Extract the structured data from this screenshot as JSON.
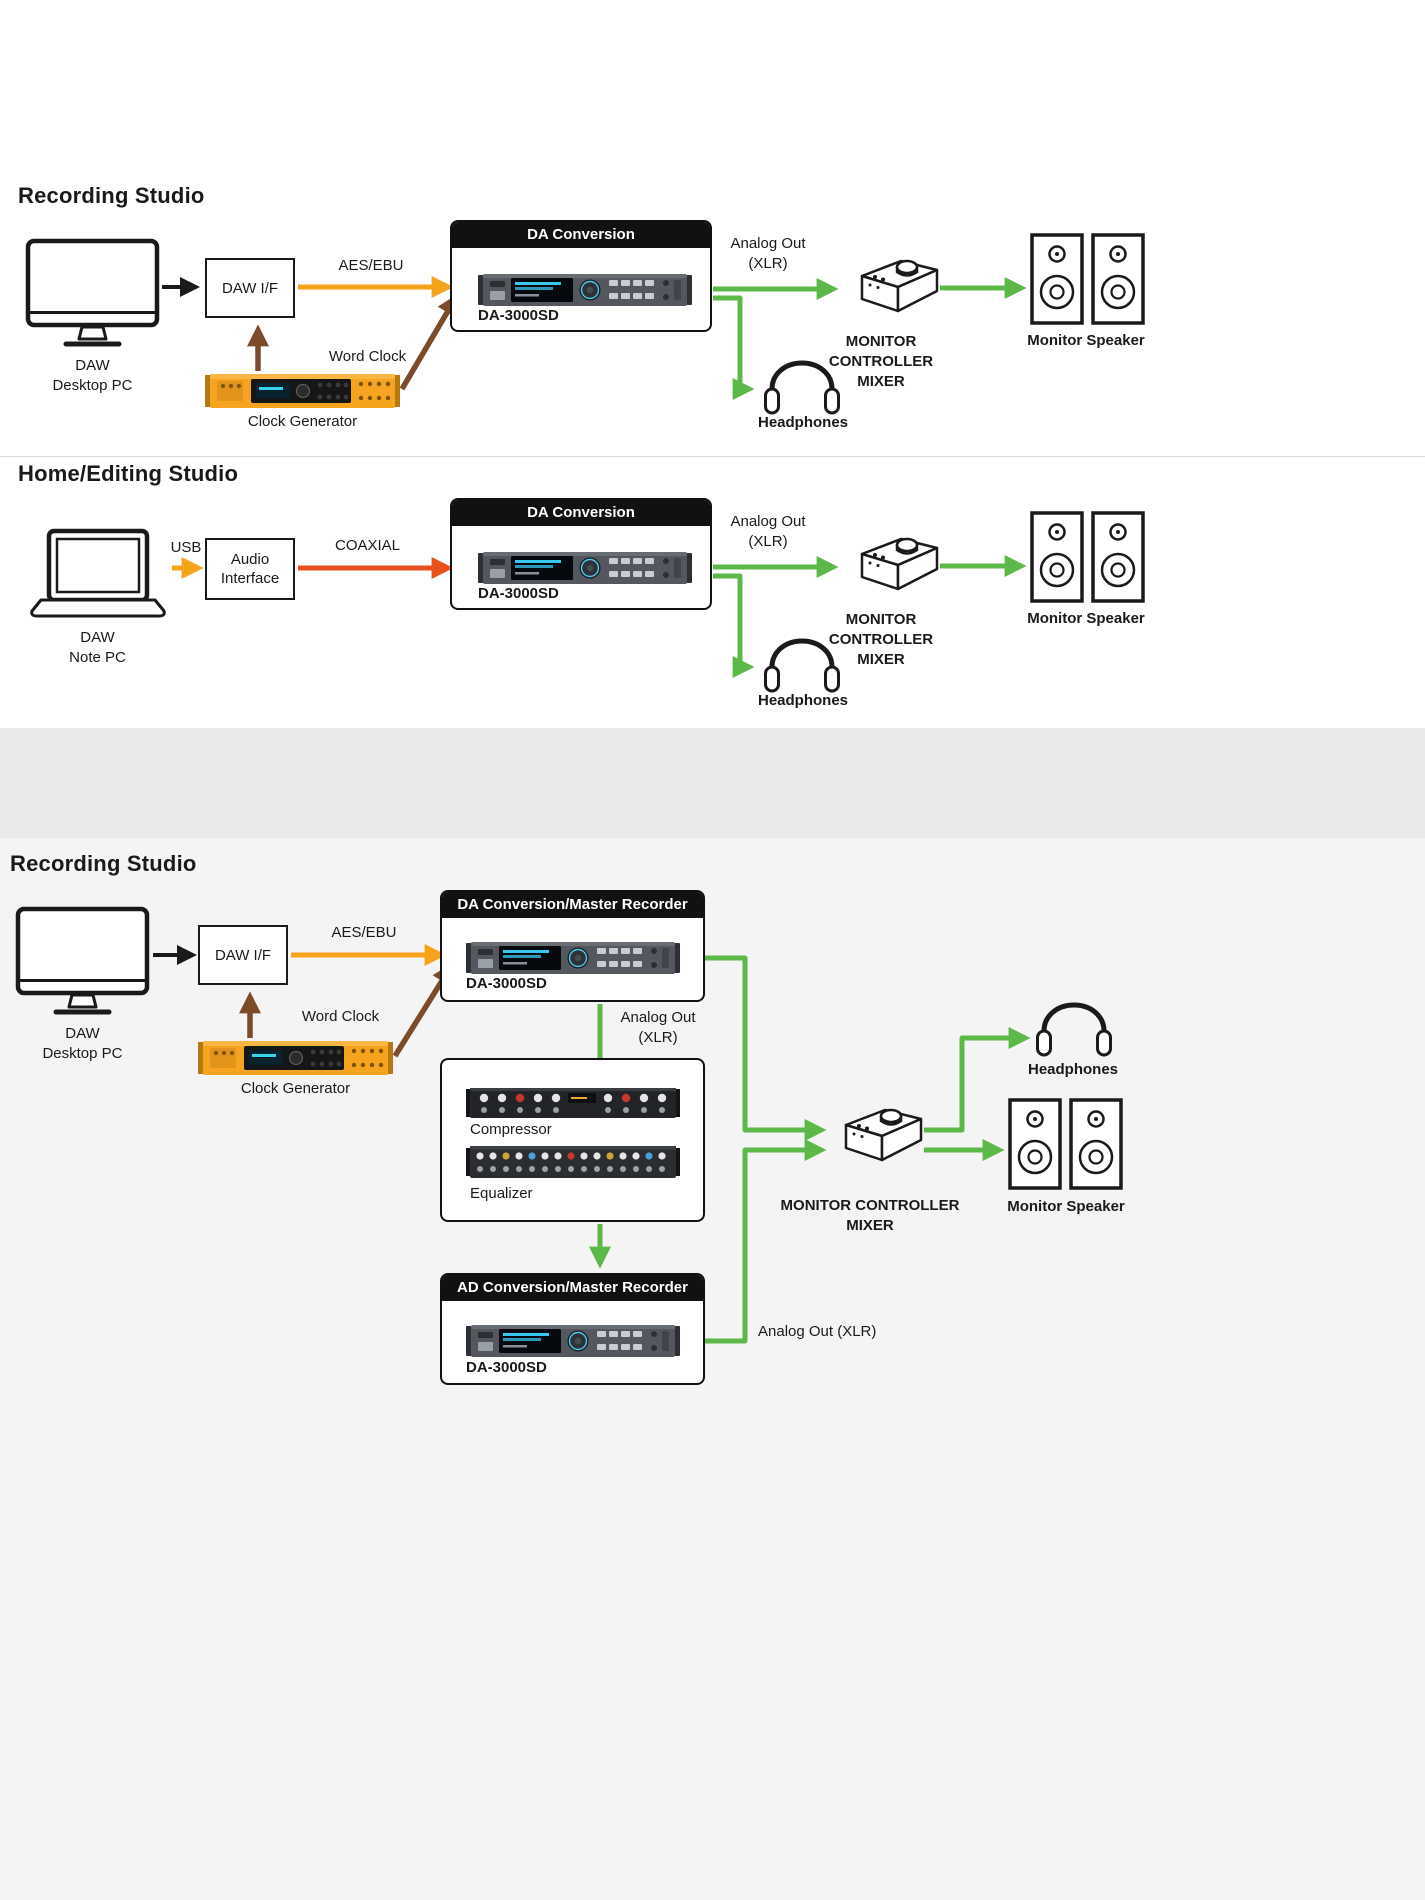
{
  "colors": {
    "aes_ebu_usb": "#F6A21B",
    "coaxial": "#E8501E",
    "word_clock": "#7C4B2A",
    "analog_out": "#5CB848",
    "signal": "#1A1A1A",
    "box_header_bg": "#111111"
  },
  "section1": {
    "title": "Recording Studio",
    "computer_label": "DAW\nDesktop PC",
    "daw_if_label": "DAW I/F",
    "aes_ebu_label": "AES/EBU",
    "word_clock_label": "Word Clock",
    "clock_generator_label": "Clock Generator",
    "box_title": "DA Conversion",
    "device_label": "DA-3000SD",
    "analog_out_label": "Analog Out\n(XLR)",
    "monitor_controller_label": "MONITOR CONTROLLER\nMIXER",
    "monitor_speaker_label": "Monitor Speaker",
    "headphones_label": "Headphones"
  },
  "section2": {
    "title": "Home/Editing Studio",
    "computer_label": "DAW\nNote PC",
    "usb_label": "USB",
    "audio_interface_label": "Audio\nInterface",
    "coaxial_label": "COAXIAL",
    "box_title": "DA Conversion",
    "device_label": "DA-3000SD",
    "analog_out_label": "Analog Out\n(XLR)",
    "monitor_controller_label": "MONITOR CONTROLLER\nMIXER",
    "monitor_speaker_label": "Monitor Speaker",
    "headphones_label": "Headphones"
  },
  "section3": {
    "title": "Recording Studio",
    "computer_label": "DAW\nDesktop PC",
    "daw_if_label": "DAW I/F",
    "aes_ebu_label": "AES/EBU",
    "word_clock_label": "Word Clock",
    "clock_generator_label": "Clock Generator",
    "da_box_title": "DA Conversion/Master Recorder",
    "da_device_label": "DA-3000SD",
    "analog_out_vertical_label": "Analog Out\n(XLR)",
    "compressor_label": "Compressor",
    "equalizer_label": "Equalizer",
    "ad_box_title": "AD Conversion/Master Recorder",
    "ad_device_label": "DA-3000SD",
    "analog_out_xlr_label": "Analog Out (XLR)",
    "headphones_label": "Headphones",
    "monitor_controller_label": "MONITOR CONTROLLER\nMIXER",
    "monitor_speaker_label": "Monitor Speaker"
  }
}
